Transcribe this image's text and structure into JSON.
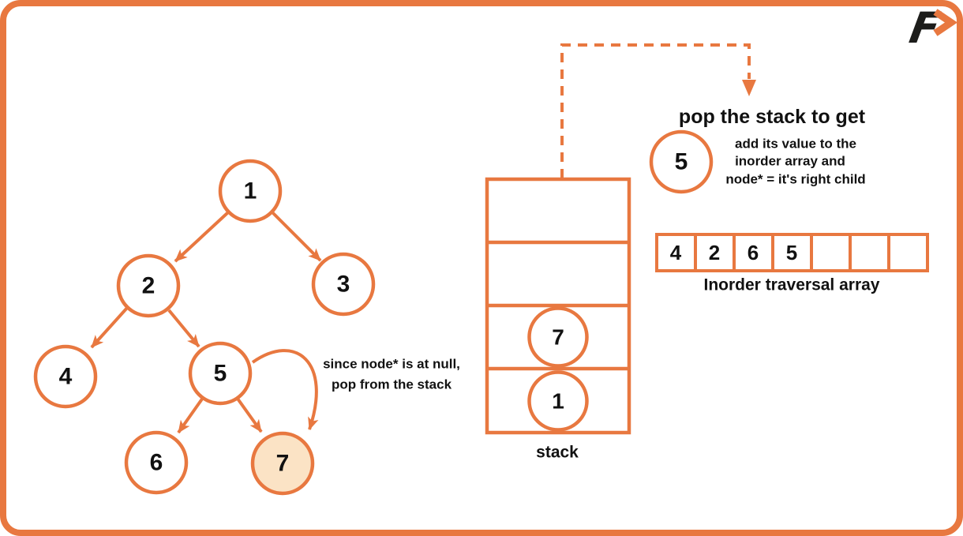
{
  "brand": {
    "logo_letter": "F"
  },
  "tree": {
    "nodes": {
      "n1": "1",
      "n2": "2",
      "n3": "3",
      "n4": "4",
      "n5": "5",
      "n6": "6",
      "n7": "7"
    },
    "annotation": {
      "line1": "since node* is at null,",
      "line2": "pop from the stack"
    }
  },
  "stack": {
    "label": "stack",
    "cells": [
      "",
      "",
      "7",
      "1"
    ]
  },
  "pop_callout": {
    "title": "pop the stack to get",
    "popped_value": "5",
    "desc_line1": "add its value to the",
    "desc_line2": "inorder array and",
    "desc_line3": "node* = it's right child"
  },
  "inorder_array": {
    "label": "Inorder traversal array",
    "cells": [
      "4",
      "2",
      "6",
      "5",
      "",
      "",
      ""
    ]
  },
  "colors": {
    "accent": "#E87840",
    "highlight_fill": "#FBE3C5",
    "ink": "#111111",
    "logo_black": "#1D1D1B"
  }
}
